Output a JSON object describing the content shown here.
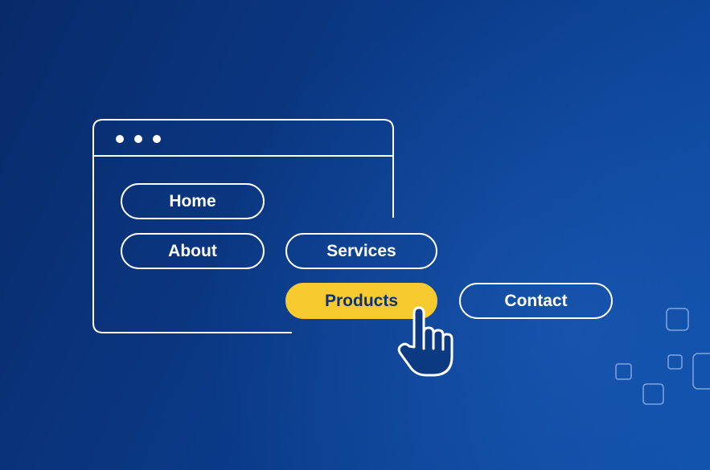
{
  "nav": {
    "home_label": "Home",
    "about_label": "About",
    "services_label": "Services",
    "products_label": "Products",
    "contact_label": "Contact",
    "active_item": "Products"
  },
  "colors": {
    "background_dark": "#082a6a",
    "background_light": "#0e4ea6",
    "accent": "#f7cb2f",
    "accent_text": "#0b3277",
    "outline": "#ffffff"
  },
  "icons": {
    "window_controls": "three-dots-icon",
    "cursor": "pointer-hand-icon",
    "decoration": "rounded-square-icon"
  }
}
